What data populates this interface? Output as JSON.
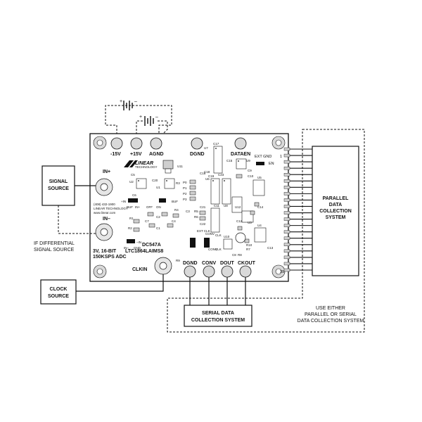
{
  "supply": {
    "terminals": [
      {
        "id": "neg15",
        "label": "-15V"
      },
      {
        "id": "pos15",
        "label": "+15V"
      },
      {
        "id": "agnd",
        "label": "AGND"
      }
    ],
    "polarity_plus": "+",
    "polarity_minus": "–"
  },
  "board": {
    "dgnd_label": "DGND",
    "dataen_label": "DATAEN",
    "in_plus": "IN+",
    "in_minus": "IN–",
    "logo_text": "LINEAR",
    "logo_sub": "TECHNOLOGY",
    "company_lines": [
      "(408) 432-1900",
      "LINEAR TECHNOLOGY",
      "www.linear.com"
    ],
    "board_id": "DC547A",
    "part_number": "LTC1864LAIMS8",
    "adc_desc": [
      "3V, 16-BIT",
      "150KSPS ADC"
    ],
    "clkin_label": "CLKIN",
    "pin_1": "1",
    "pin_39": "39",
    "ext_gnd": "EXT  GND",
    "en": "EN",
    "refs": [
      "C17",
      "U7",
      "C15",
      "U9",
      "U11",
      "C5",
      "U2",
      "C20",
      "U1",
      "R3",
      "C16",
      "P0",
      "P1",
      "P2",
      "P3",
      "U6",
      "C10",
      "U5",
      "C6",
      "BUF",
      "+IN",
      "BUF",
      "IN+",
      "OFF",
      "ON",
      "R4",
      "C21",
      "C22",
      "C3",
      "C2",
      "R1",
      "C7",
      "R2",
      "C1",
      "C4",
      "C11",
      "U8",
      "U12",
      "C14",
      "U3",
      "U4",
      "C13",
      "C9",
      "R5",
      "R6",
      "R7",
      "R8",
      "R9",
      "R10",
      "U10",
      "CLK",
      "C12",
      "C18",
      "C19",
      "C23",
      "C8",
      "–IN",
      "IN–",
      "GND",
      "CONV",
      "EXT CLK",
      "CONV",
      "CLK"
    ],
    "header_pins": [
      "DGND",
      "CONV",
      "DOUT",
      "CKOUT"
    ]
  },
  "external": {
    "signal_source": [
      "SIGNAL",
      "SOURCE"
    ],
    "differential_note": [
      "IF DIFFERENTIAL",
      "SIGNAL SOURCE"
    ],
    "clock_source": [
      "CLOCK",
      "SOURCE"
    ],
    "parallel_system": [
      "PARALLEL",
      "DATA",
      "COLLECTION",
      "SYSTEM"
    ],
    "serial_system": [
      "SERIAL DATA",
      "COLLECTION SYSTEM"
    ],
    "use_either_note": [
      "USE EITHER",
      "PARALLEL OR SERIAL",
      "DATA COLLECTION SYSTEM"
    ]
  },
  "colors": {
    "ink": "#111111",
    "board_fill": "#ffffff",
    "component_gray": "#cfcfcf",
    "hole_gray": "#d9d9d9"
  }
}
